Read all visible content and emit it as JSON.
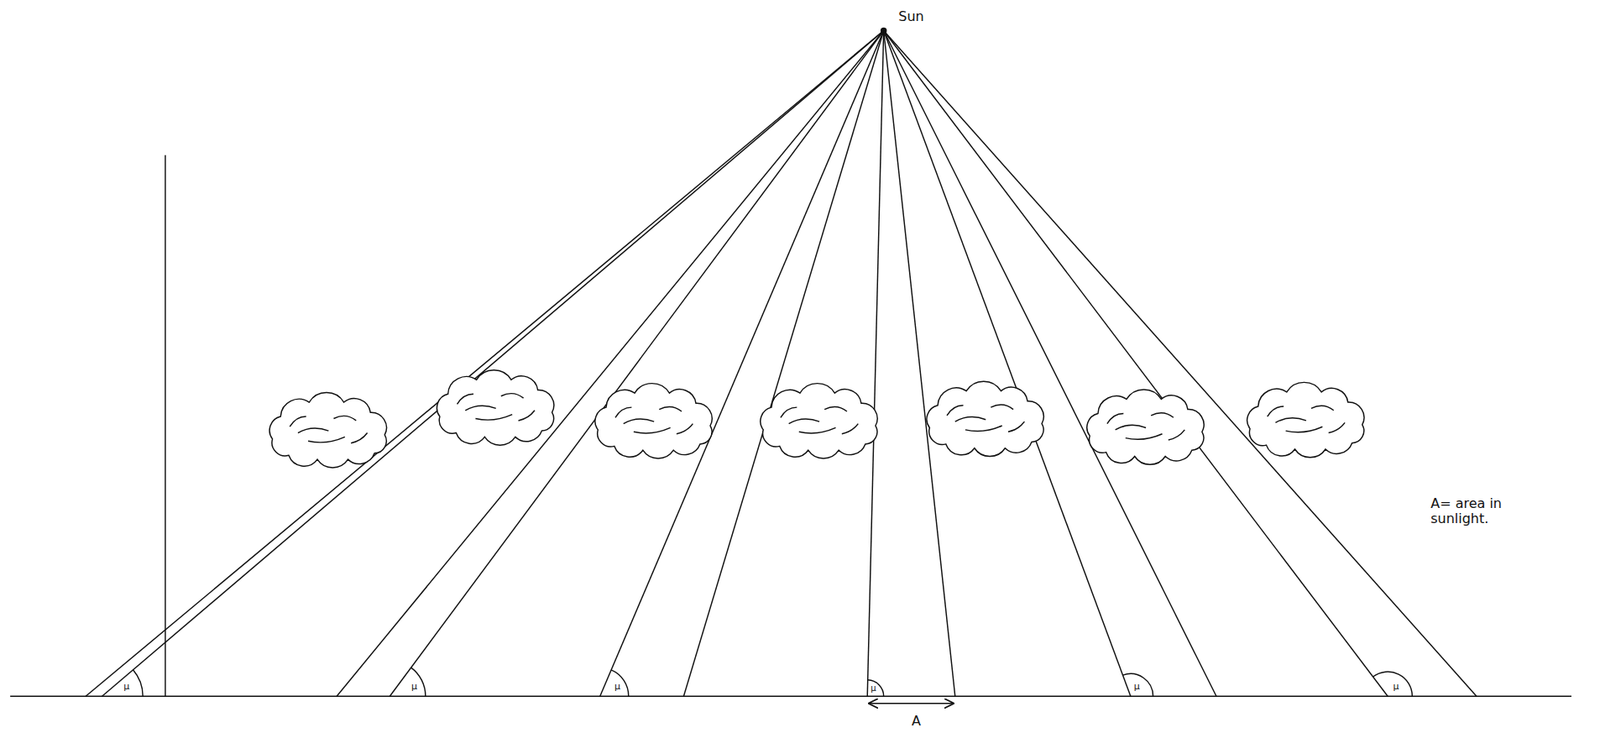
{
  "diagram": {
    "labels": [
      "Sun",
      "μ",
      "μ",
      "μ",
      "μ",
      "μ",
      "μ",
      "A",
      "A= area in sunlight."
    ]
  }
}
